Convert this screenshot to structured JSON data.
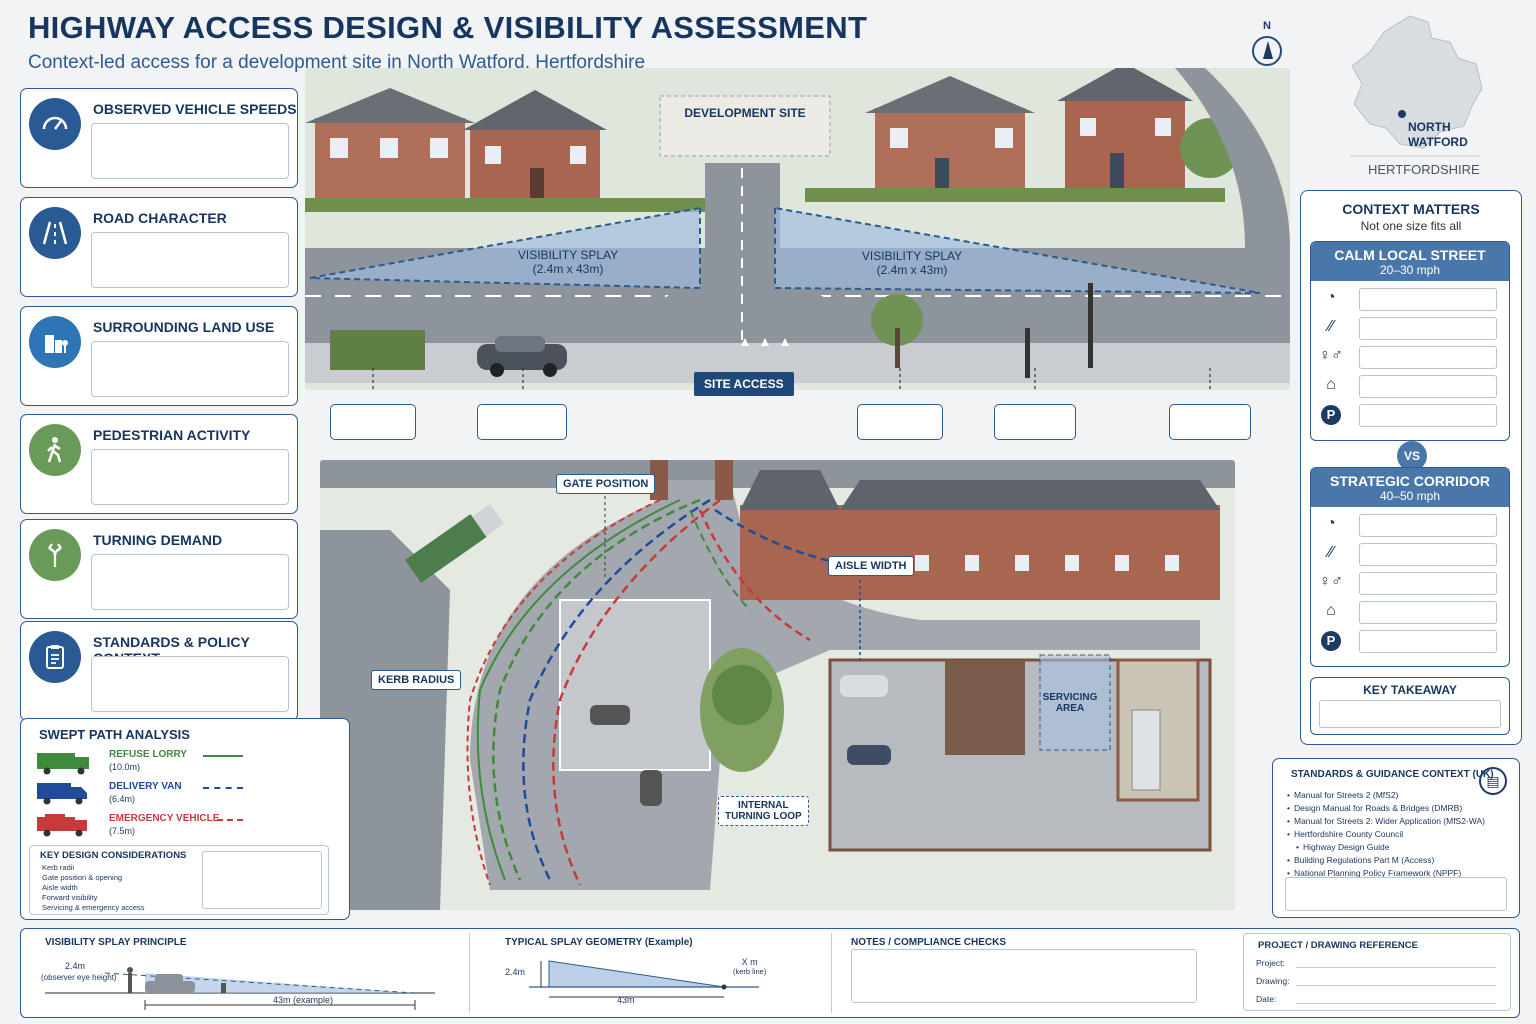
{
  "header": {
    "title": "HIGHWAY ACCESS DESIGN & VISIBILITY ASSESSMENT",
    "subtitle": "Context-led access for a development site in North Watford, Hertfordshire",
    "compass": "N"
  },
  "location": {
    "place_line1": "NORTH",
    "place_line2": "WATFORD",
    "county": "HERTFORDSHIRE"
  },
  "factors": [
    {
      "label": "OBSERVED VEHICLE SPEEDS",
      "icon": "speedometer-icon",
      "color": "#2a5a94"
    },
    {
      "label": "ROAD CHARACTER",
      "icon": "road-icon",
      "color": "#2a5a94"
    },
    {
      "label": "SURROUNDING LAND USE",
      "icon": "buildings-icon",
      "color": "#2f74b5"
    },
    {
      "label": "PEDESTRIAN ACTIVITY",
      "icon": "pedestrian-icon",
      "color": "#6a9a5a"
    },
    {
      "label": "TURNING DEMAND",
      "icon": "turn-arrows-icon",
      "color": "#6a9a5a"
    },
    {
      "label": "STANDARDS & POLICY CONTEXT",
      "icon": "clipboard-icon",
      "color": "#2a5a94"
    }
  ],
  "top_scene": {
    "development_site": "DEVELOPMENT SITE",
    "splay_left_title": "VISIBILITY SPLAY",
    "splay_left_dims": "(2.4m x 43m)",
    "splay_right_title": "VISIBILITY SPLAY",
    "splay_right_dims": "(2.4m x 43m)",
    "site_access": "SITE ACCESS"
  },
  "bottom_scene": {
    "gate_position": "GATE POSITION",
    "aisle_width": "AISLE WIDTH",
    "kerb_radius": "KERB RADIUS",
    "servicing_line1": "SERVICING",
    "servicing_line2": "AREA",
    "loop_line1": "INTERNAL",
    "loop_line2": "TURNING LOOP"
  },
  "context": {
    "title": "CONTEXT MATTERS",
    "subtitle": "Not one size fits all",
    "calm": {
      "title": "CALM LOCAL STREET",
      "speed": "20–30 mph"
    },
    "vs": "VS",
    "strategic": {
      "title": "STRATEGIC CORRIDOR",
      "speed": "40–50 mph"
    },
    "row_icons": [
      "speedometer-icon",
      "road-icon",
      "pedestrians-icon",
      "tree-house-icon",
      "parking-icon"
    ],
    "takeaway": "KEY TAKEAWAY"
  },
  "standards": {
    "title": "STANDARDS & GUIDANCE CONTEXT (UK)",
    "items": [
      "Manual for Streets 2 (MfS2)",
      "Design Manual for Roads & Bridges (DMRB)",
      "Manual for Streets 2: Wider Application (MfS2-WA)",
      "Hertfordshire County Council",
      "Highway Design Guide",
      "Building Regulations Part M (Access)",
      "National Planning Policy Framework (NPPF)"
    ]
  },
  "swept": {
    "title": "SWEPT PATH ANALYSIS",
    "vehicles": [
      {
        "name": "REFUSE LORRY",
        "size": "(10.0m)",
        "color": "#3f8a3c"
      },
      {
        "name": "DELIVERY VAN",
        "size": "(6.4m)",
        "color": "#1f4b9a"
      },
      {
        "name": "EMERGENCY VEHICLE",
        "size": "(7.5m)",
        "color": "#c83a3a"
      }
    ],
    "considerations_title": "KEY DESIGN CONSIDERATIONS",
    "considerations": [
      "Kerb radii",
      "Gate position & opening",
      "Aisle width",
      "Forward visibility",
      "Servicing & emergency access"
    ]
  },
  "footer": {
    "principle_title": "VISIBILITY SPLAY PRINCIPLE",
    "eye_height": "2.4m",
    "eye_note": "(observer eye height)",
    "distance": "43m (example)",
    "geometry_title": "TYPICAL SPLAY GEOMETRY (Example)",
    "geo_height": "2.4m",
    "geo_x": "X m",
    "geo_kerb": "(kerb line)",
    "geo_len": "43m",
    "notes_title": "NOTES / COMPLIANCE CHECKS",
    "project_title": "PROJECT / DRAWING REFERENCE",
    "project_label": "Project:",
    "drawing_label": "Drawing:",
    "date_label": "Date:"
  }
}
